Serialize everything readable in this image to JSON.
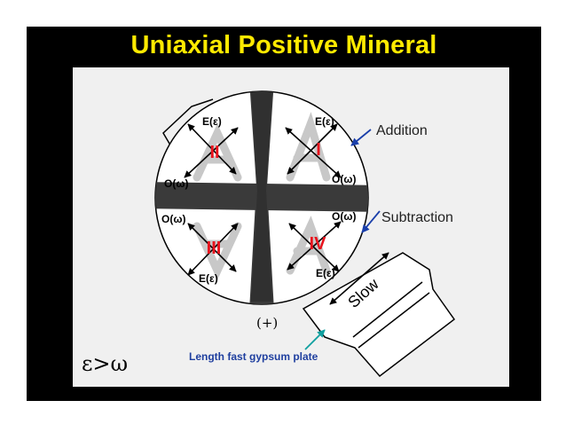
{
  "title": "Uniaxial Positive Mineral",
  "quadrants": {
    "q1": "I",
    "q2": "II",
    "q3": "III",
    "q4": "IV"
  },
  "axis_labels": {
    "e_epsilon": "E(ε)",
    "o_omega": "O(ω)"
  },
  "annotations": {
    "addition": "Addition",
    "subtraction": "Subtraction",
    "plus": "(+)",
    "plate_label": "Length fast gypsum plate",
    "slow": "Slow",
    "relation": "ε>ω"
  },
  "colors": {
    "title": "#ffea00",
    "background": "#000000",
    "panel": "#f0f0f0",
    "quadrant_numeral": "#e8121c",
    "annotation_arrow": "#1a3faa",
    "plate_arrow": "#10a0a0",
    "plate_label": "#1f3f9f"
  },
  "icons": {
    "ray_arrows": "double-headed-arrow",
    "acute_bisectrix_symbol": "A-figure"
  }
}
